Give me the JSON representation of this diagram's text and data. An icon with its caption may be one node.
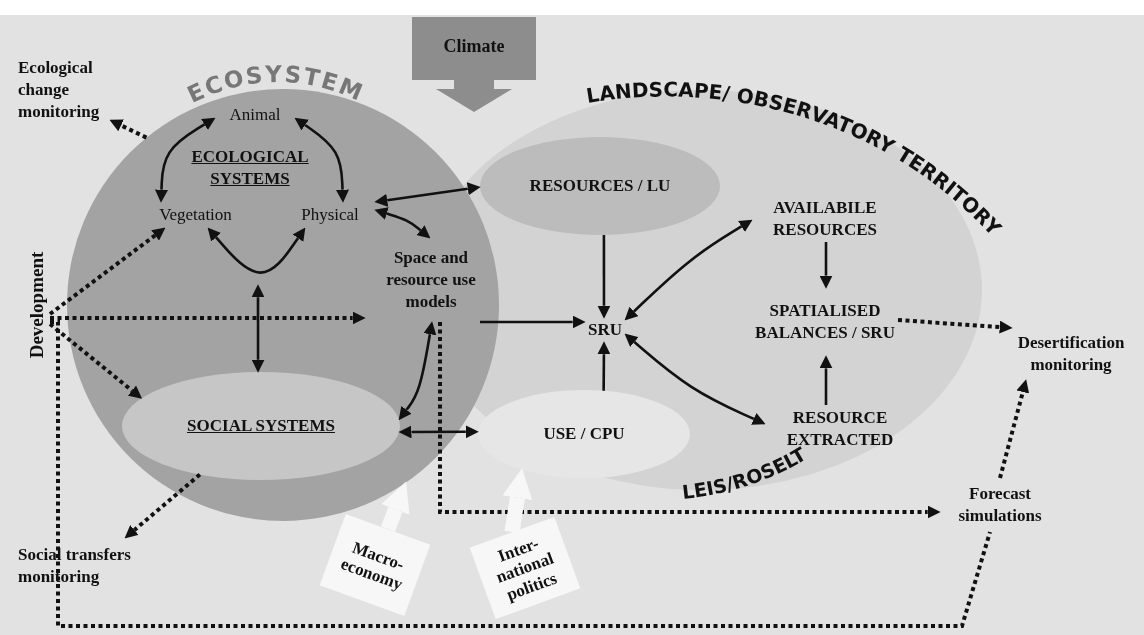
{
  "diagram": {
    "nodes": [
      {
        "text": [
          "ECOSYSTEM"
        ]
      },
      {
        "text": [
          "LANDSCAPE/ OBSERVATORY TERRITORY",
          "LEIS/ROSELT"
        ]
      },
      {
        "text": [
          "Climate"
        ]
      },
      {
        "text": [
          "Ecological change monitoring"
        ]
      },
      {
        "text": [
          "Animal"
        ],
        "in": 0
      },
      {
        "text": [
          "ECOLOGICAL SYSTEMS"
        ],
        "in": 0
      },
      {
        "text": [
          "Vegetation"
        ],
        "in": 0
      },
      {
        "text": [
          "Physical"
        ],
        "in": 0
      },
      {
        "text": [
          "Space and resource use models"
        ],
        "in": 0
      },
      {
        "text": [
          "RESOURCES / LU"
        ],
        "in": 1
      },
      {
        "text": [
          "SRU"
        ],
        "in": 1
      },
      {
        "text": [
          "AVAILABILE RESOURCES"
        ],
        "in": 1
      },
      {
        "text": [
          "SPATIALISED BALANCES / SRU"
        ],
        "in": 1
      },
      {
        "text": [
          "RESOURCE EXTRACTED"
        ],
        "in": 1
      },
      {
        "text": [
          "USE / CPU"
        ],
        "in": 1
      },
      {
        "text": [
          "Development"
        ]
      },
      {
        "text": [
          "SOCIAL SYSTEMS"
        ],
        "in": 0
      },
      {
        "text": [
          "Desertification monitoring"
        ]
      },
      {
        "text": [
          "Forecast simulations"
        ]
      },
      {
        "text": [
          "Social transfers monitoring"
        ]
      },
      {
        "text": [
          "Macro- economy"
        ]
      },
      {
        "text": [
          "Inter- national politics"
        ]
      }
    ],
    "edges": [
      {
        "from": 0,
        "to": 3,
        "arrow": "to",
        "style": "dashed"
      },
      {
        "from": 4,
        "to": 6,
        "arrow": "both"
      },
      {
        "from": 4,
        "to": 7,
        "arrow": "both"
      },
      {
        "from": 6,
        "to": 7,
        "arrow": "both"
      },
      {
        "from": null,
        "to": 16,
        "arrow": "both"
      },
      {
        "from": 7,
        "to": 9,
        "arrow": "both"
      },
      {
        "from": 7,
        "to": 8,
        "arrow": "both"
      },
      {
        "from": 8,
        "to": 10,
        "arrow": "to"
      },
      {
        "from": 9,
        "to": 10,
        "arrow": "to"
      },
      {
        "from": 14,
        "to": 10,
        "arrow": "to"
      },
      {
        "from": 10,
        "to": 11,
        "arrow": "both"
      },
      {
        "from": 10,
        "to": 13,
        "arrow": "both"
      },
      {
        "from": 11,
        "to": 12,
        "arrow": "to"
      },
      {
        "from": 13,
        "to": 12,
        "arrow": "to"
      },
      {
        "from": 12,
        "to": 17,
        "arrow": "to",
        "style": "dashed"
      },
      {
        "from": 15,
        "to": 6,
        "arrow": "to",
        "style": "dashed"
      },
      {
        "from": 15,
        "to": 8,
        "arrow": "to",
        "style": "dashed"
      },
      {
        "from": 15,
        "to": 16,
        "arrow": "to",
        "style": "dashed"
      },
      {
        "from": 15,
        "to": 18,
        "arrow": "none",
        "style": "dashed"
      },
      {
        "from": 18,
        "to": 17,
        "arrow": "to",
        "style": "dashed"
      },
      {
        "from": 16,
        "to": 19,
        "arrow": "to",
        "style": "dashed"
      },
      {
        "from": 16,
        "to": 14,
        "arrow": "both"
      },
      {
        "from": 16,
        "to": 8,
        "arrow": "both"
      },
      {
        "from": 8,
        "to": 18,
        "arrow": "to",
        "style": "dashed"
      },
      {
        "from": 20,
        "to": 0,
        "arrow": "to",
        "style": "thick",
        "color": "#f7f7f7"
      },
      {
        "from": 21,
        "to": 14,
        "arrow": "to",
        "style": "thick",
        "color": "#f7f7f7"
      }
    ]
  }
}
